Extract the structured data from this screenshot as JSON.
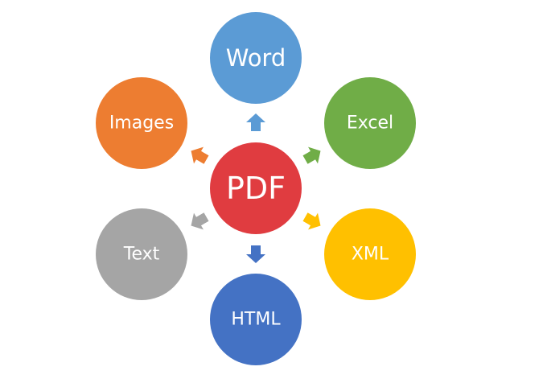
{
  "center": {
    "label": "PDF",
    "color": "#E03C40"
  },
  "outputs": [
    {
      "key": "word",
      "label": "Word",
      "color": "#5B9BD5",
      "arrow_color": "#5B9BD5"
    },
    {
      "key": "excel",
      "label": "Excel",
      "color": "#70AD47",
      "arrow_color": "#70AD47"
    },
    {
      "key": "xml",
      "label": "XML",
      "color": "#FFC000",
      "arrow_color": "#FFC000"
    },
    {
      "key": "html",
      "label": "HTML",
      "color": "#4472C4",
      "arrow_color": "#4472C4"
    },
    {
      "key": "text",
      "label": "Text",
      "color": "#A5A5A5",
      "arrow_color": "#A5A5A5"
    },
    {
      "key": "images",
      "label": "Images",
      "color": "#ED7D31",
      "arrow_color": "#ED7D31"
    }
  ]
}
